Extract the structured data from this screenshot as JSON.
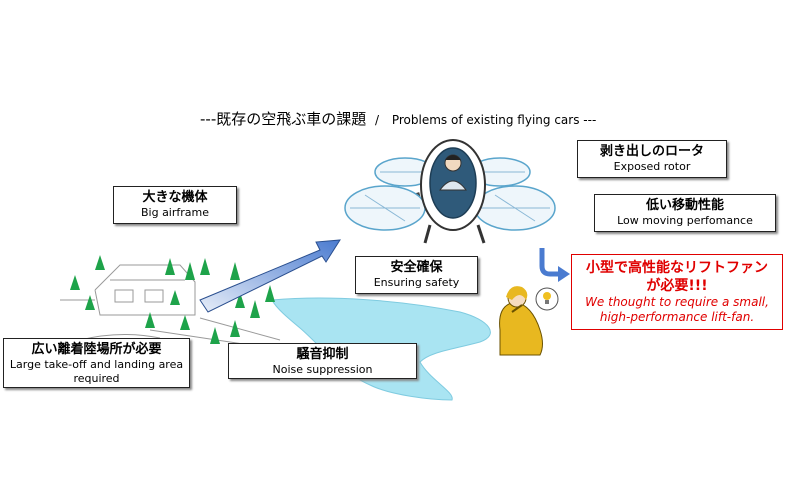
{
  "title": {
    "jp": "---既存の空飛ぶ車の課題",
    "sep": "/",
    "en": "Problems of existing flying cars ---"
  },
  "labels": {
    "exposed_rotor": {
      "jp": "剥き出しのロータ",
      "en": "Exposed rotor"
    },
    "low_mobility": {
      "jp": "低い移動性能",
      "en": "Low moving perfomance"
    },
    "big_airframe": {
      "jp": "大きな機体",
      "en": "Big airframe"
    },
    "safety": {
      "jp": "安全確保",
      "en": "Ensuring safety"
    },
    "landing_area": {
      "jp": "広い離着陸場所が必要",
      "en": "Large take-off and landing area required"
    },
    "noise": {
      "jp": "騒音抑制",
      "en": "Noise suppression"
    }
  },
  "conclusion": {
    "jp_line1": "小型で高性能なリフトファン",
    "jp_line2": "が必要!!!",
    "en": "We thought to require a small, high-performance lift-fan."
  },
  "colors": {
    "accent_red": "#e00000",
    "arrow_blue": "#4a7bd0",
    "water": "#a9e4f2",
    "tree_green": "#1ea34a",
    "person_yellow": "#e8b820"
  }
}
